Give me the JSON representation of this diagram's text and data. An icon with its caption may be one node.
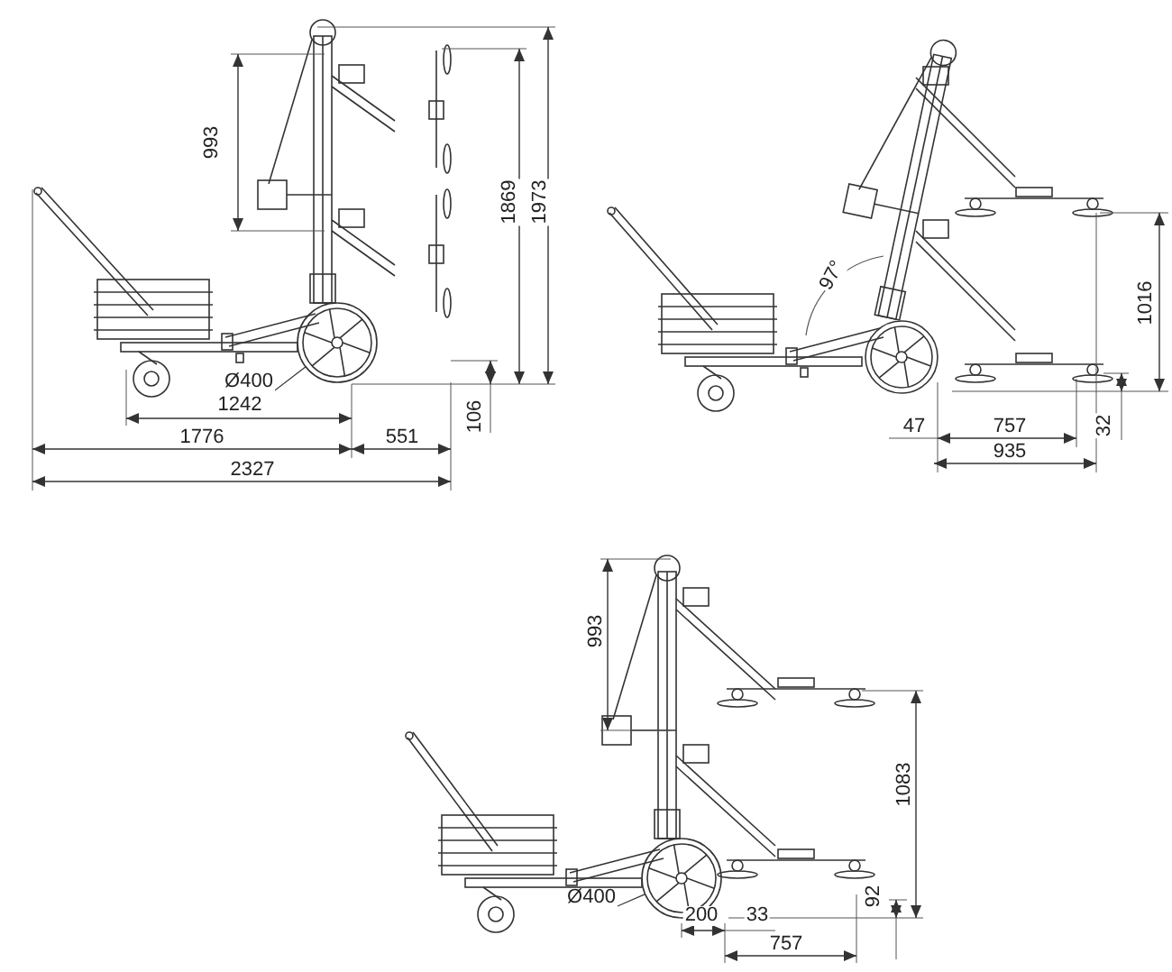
{
  "diagram": {
    "nodes": [
      {
        "text": [
          "Ø400"
        ]
      },
      {
        "text": [],
        "shape": "circle"
      },
      {
        "text": [
          "Ø400"
        ]
      },
      {
        "text": [],
        "shape": "circle"
      }
    ],
    "edges": [
      {
        "from": 0,
        "to": 1,
        "arrow": "none"
      },
      {
        "from": 2,
        "to": 3,
        "arrow": "none"
      }
    ],
    "labels": [
      "993",
      "1869",
      "1973",
      "1242",
      "106",
      "1776",
      "551",
      "2327",
      "97°",
      "1016",
      "47",
      "757",
      "32",
      "935",
      "993",
      "1083",
      "200",
      "33",
      "92",
      "757"
    ]
  }
}
